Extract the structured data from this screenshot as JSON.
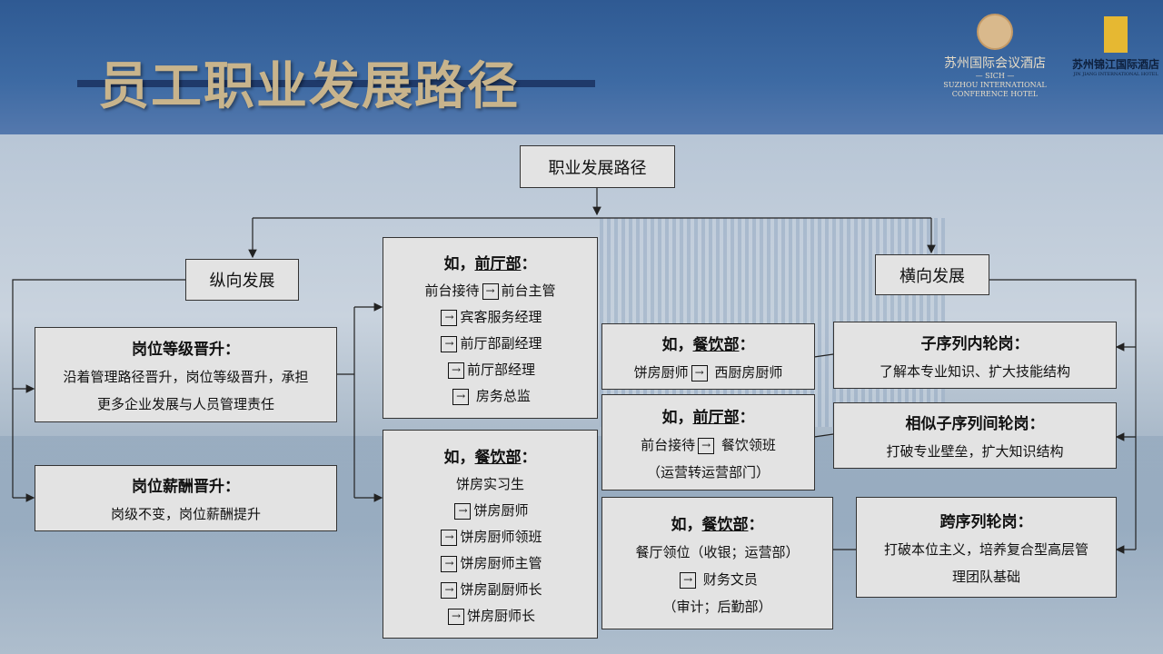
{
  "title": "员工职业发展路径",
  "logos": {
    "sich": {
      "cn": "苏州国际会议酒店",
      "abbr": "— SICH —",
      "en1": "SUZHOU INTERNATIONAL",
      "en2": "CONFERENCE HOTEL"
    },
    "jinjiang": {
      "cn": "苏州锦江国际酒店",
      "en": "JIN JIANG INTERNATIONAL HOTEL"
    }
  },
  "root": "职业发展路径",
  "vertical": {
    "label": "纵向发展",
    "grade": {
      "title": "岗位等级晋升：",
      "line1": "沿着管理路径晋升，岗位等级晋升，承担",
      "line2": "更多企业发展与人员管理责任"
    },
    "salary": {
      "title": "岗位薪酬晋升：",
      "line1": "岗级不变，岗位薪酬提升"
    },
    "example_front": {
      "prefix": "如，",
      "dept": "前厅部",
      "suffix": "：",
      "steps": [
        "前台接待",
        "前台主管",
        "宾客服务经理",
        "前厅部副经理",
        "前厅部经理",
        "房务总监"
      ]
    },
    "example_fnb": {
      "prefix": "如，",
      "dept": "餐饮部",
      "suffix": "：",
      "steps": [
        "饼房实习生",
        "饼房厨师",
        "饼房厨师领班",
        "饼房厨师主管",
        "饼房副厨师长",
        "饼房厨师长"
      ]
    }
  },
  "horizontal": {
    "label": "横向发展",
    "items": [
      {
        "title": "子序列内轮岗：",
        "desc": "了解本专业知识、扩大技能结构"
      },
      {
        "title": "相似子序列间轮岗：",
        "desc": "打破专业壁垒，扩大知识结构"
      },
      {
        "title": "跨序列轮岗：",
        "desc1": "打破本位主义，培养复合型高层管",
        "desc2": "理团队基础"
      }
    ],
    "examples": [
      {
        "prefix": "如，",
        "dept": "餐饮部",
        "suffix": "：",
        "from": "饼房厨师",
        "to": "西厨房厨师"
      },
      {
        "prefix": "如，",
        "dept": "前厅部",
        "suffix": "：",
        "from": "前台接待",
        "to": "餐饮领班",
        "note": "（运营转运营部门）"
      },
      {
        "prefix": "如，",
        "dept": "餐饮部",
        "suffix": "：",
        "from": "餐厅领位（收银；运营部）",
        "to": "财务文员",
        "note": "（审计；后勤部）"
      }
    ]
  },
  "arrow_glyph": "→"
}
